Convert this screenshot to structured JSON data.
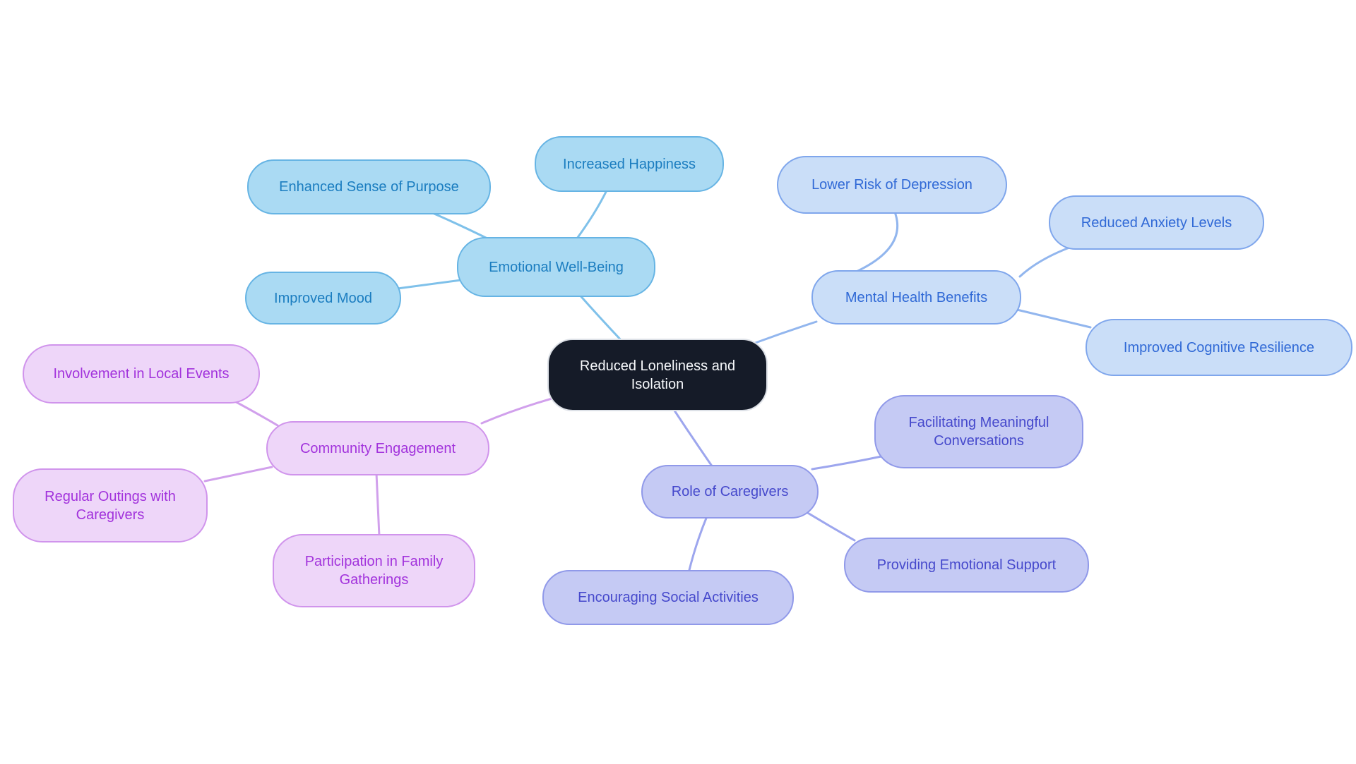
{
  "diagram": {
    "type": "mindmap",
    "root": {
      "label": "Reduced Loneliness and Isolation",
      "fill": "#151b28",
      "border_color": "#dde1e7",
      "text_color": "#f7f9fc"
    },
    "branches": [
      {
        "label": "Emotional Well-Being",
        "fill": "#aadaf3",
        "border_color": "#66b4e4",
        "text_color": "#1b7dc0",
        "edge_color": "#7fc1ea",
        "children": [
          {
            "label": "Increased Happiness"
          },
          {
            "label": "Enhanced Sense of Purpose"
          },
          {
            "label": "Improved Mood"
          }
        ]
      },
      {
        "label": "Mental Health Benefits",
        "fill": "#cadef8",
        "border_color": "#7fa6ec",
        "text_color": "#3069d6",
        "edge_color": "#92b6ee",
        "children": [
          {
            "label": "Lower Risk of Depression"
          },
          {
            "label": "Reduced Anxiety Levels"
          },
          {
            "label": "Improved Cognitive Resilience"
          }
        ]
      },
      {
        "label": "Community Engagement",
        "fill": "#eed6f9",
        "border_color": "#d094ec",
        "text_color": "#a233dc",
        "edge_color": "#d1a0ec",
        "children": [
          {
            "label": "Involvement in Local Events"
          },
          {
            "label": "Regular Outings with Caregivers"
          },
          {
            "label": "Participation in Family Gatherings"
          }
        ]
      },
      {
        "label": "Role of Caregivers",
        "fill": "#c5caf4",
        "border_color": "#9099e9",
        "text_color": "#4649cc",
        "edge_color": "#9da6ee",
        "children": [
          {
            "label": "Facilitating Meaningful Conversations"
          },
          {
            "label": "Providing Emotional Support"
          },
          {
            "label": "Encouraging Social Activities"
          }
        ]
      }
    ]
  }
}
